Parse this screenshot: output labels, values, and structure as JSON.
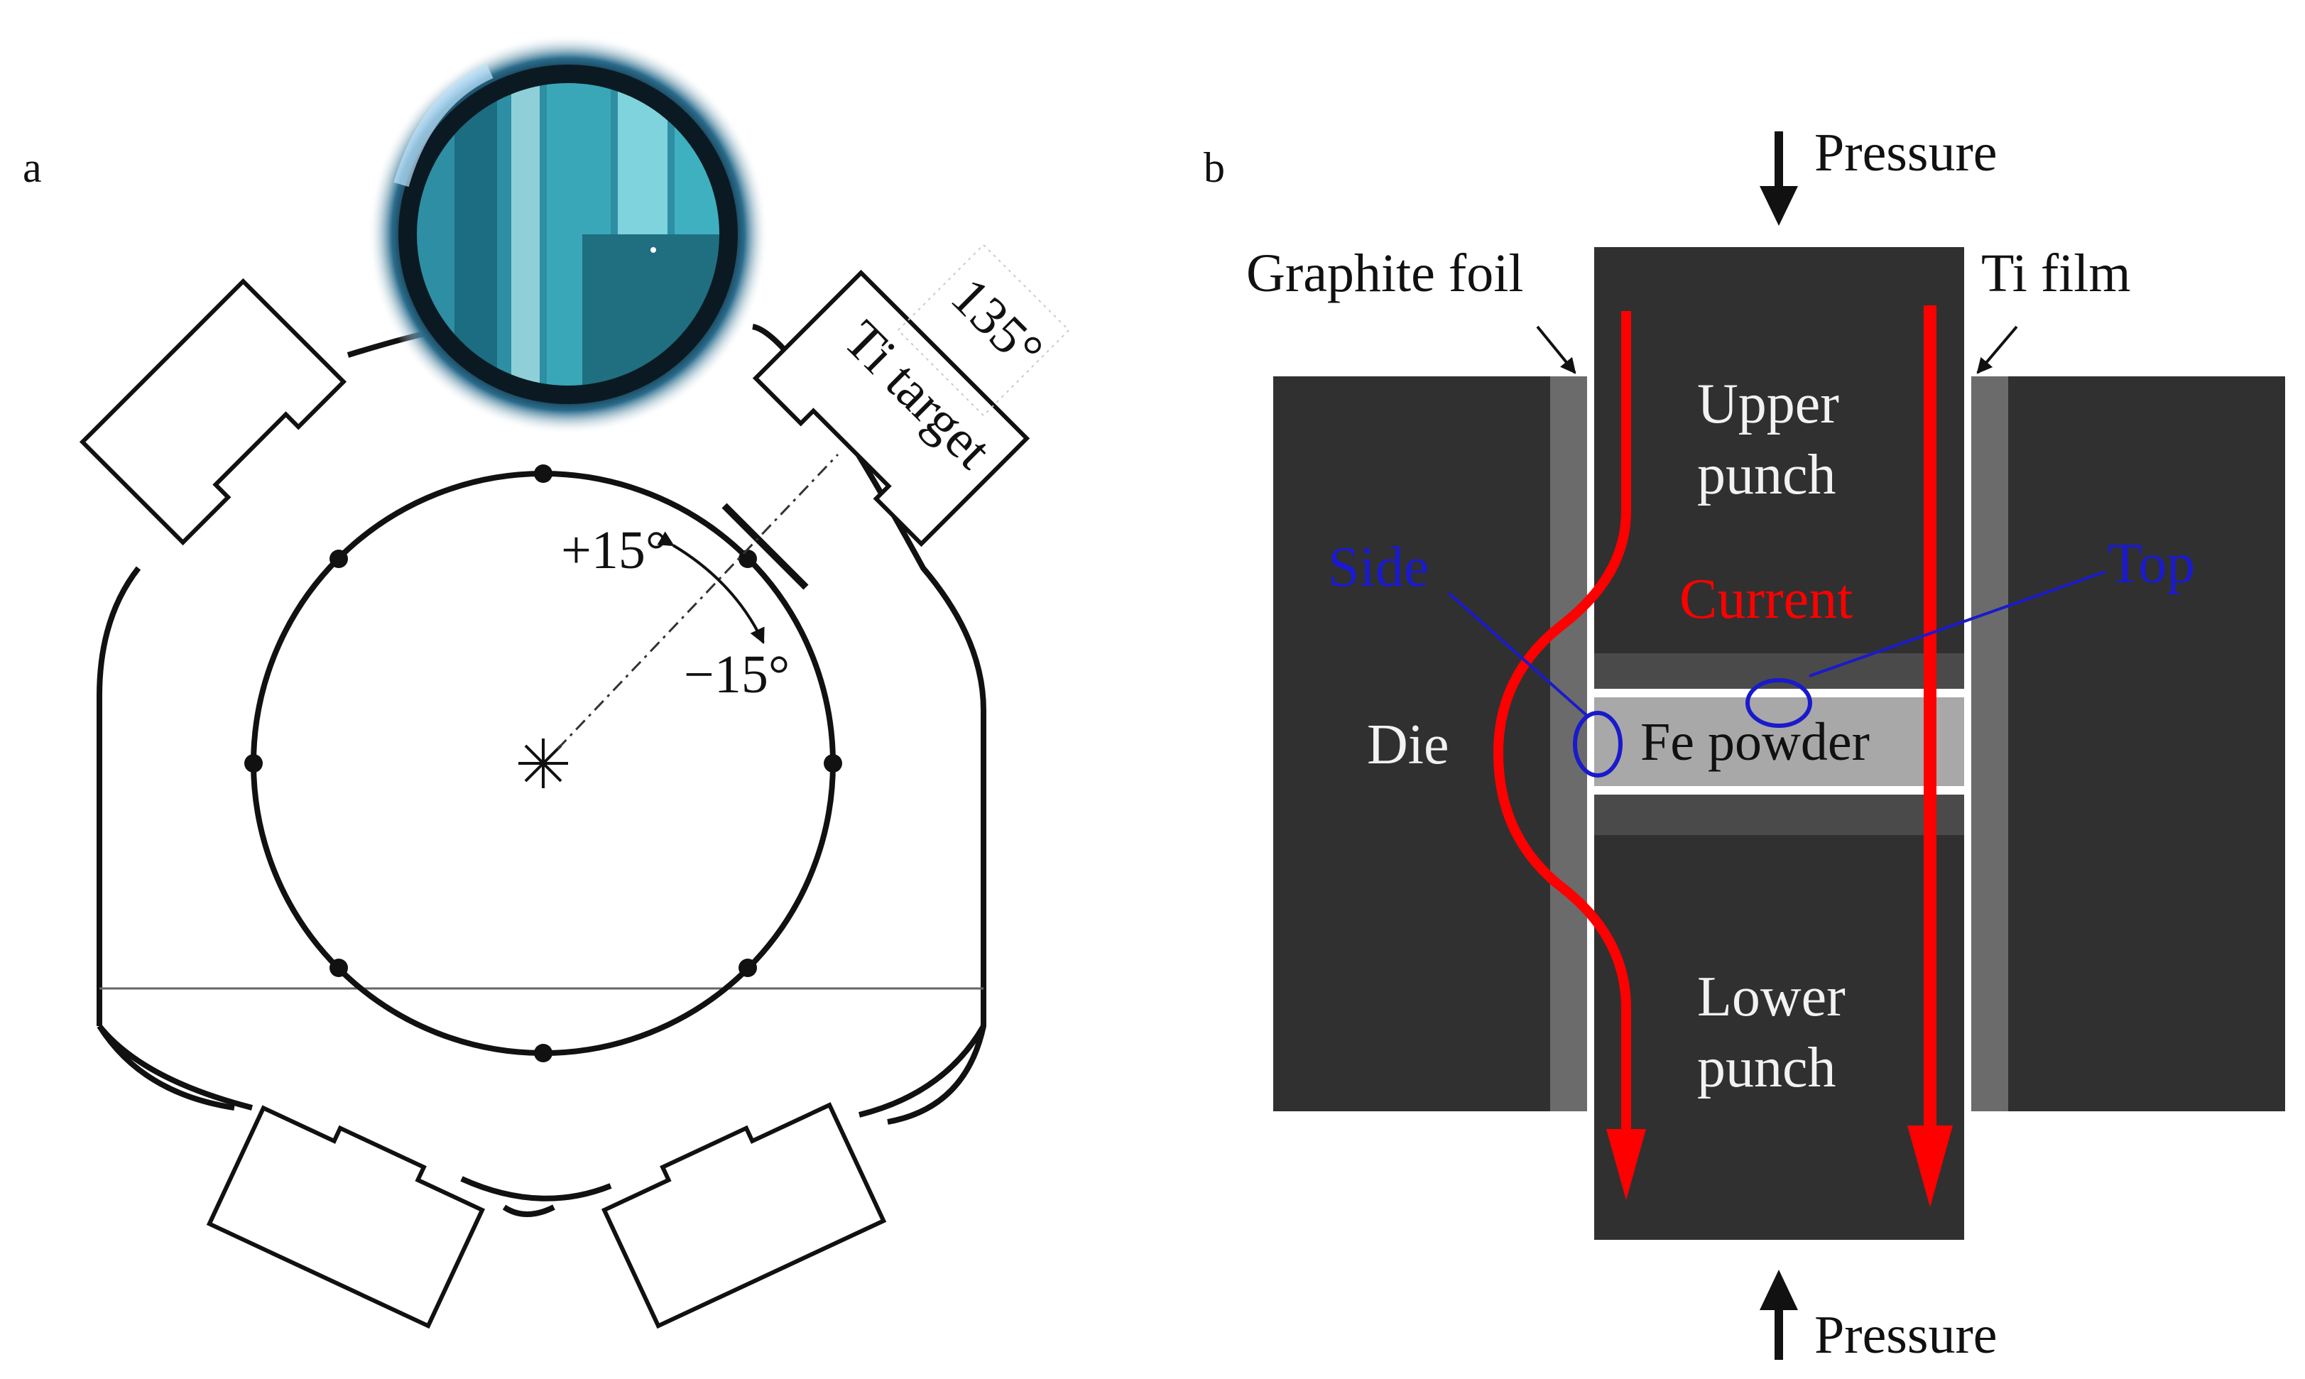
{
  "panel_a": {
    "letter": "a",
    "target_label": "Ti target",
    "angle_label": "135°",
    "plus_label": "+15°",
    "minus_label": "−15°"
  },
  "panel_b": {
    "letter": "b",
    "pressure_top": "Pressure",
    "pressure_bottom": "Pressure",
    "graphite_foil": "Graphite foil",
    "ti_film": "Ti film",
    "upper_punch": [
      "Upper",
      "punch"
    ],
    "lower_punch": [
      "Lower",
      "punch"
    ],
    "current": "Current",
    "die": "Die",
    "fe_powder": "Fe powder",
    "side": "Side",
    "top": "Top"
  },
  "colors": {
    "dark": "#303030",
    "foil": "#6b6b6b",
    "powder": "#a8a8a8",
    "current": "#ff0000",
    "annotation": "#1a1acc"
  }
}
